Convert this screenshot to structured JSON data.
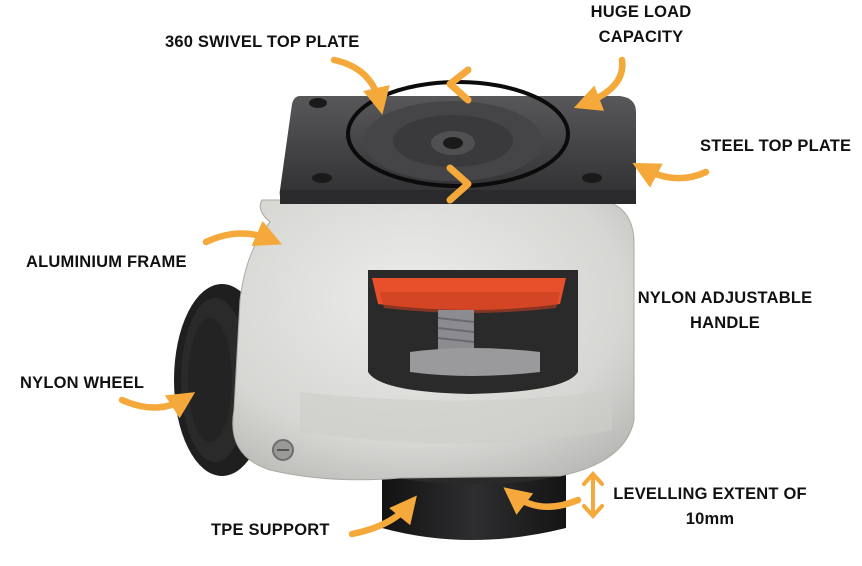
{
  "labels": {
    "swivel": "360 SWIVEL TOP PLATE",
    "load_line1": "HUGE LOAD",
    "load_line2": "CAPACITY",
    "steel": "STEEL TOP PLATE",
    "frame": "ALUMINIUM FRAME",
    "handle_line1": "NYLON ADJUSTABLE",
    "handle_line2": "HANDLE",
    "wheel": "NYLON WHEEL",
    "tpe": "TPE SUPPORT",
    "level_line1": "LEVELLING EXTENT OF",
    "level_line2": "10mm"
  },
  "colors": {
    "arrow": "#F4A93A",
    "casting": "#D9D9D6",
    "plate": "#3E3E40",
    "nylon": "#E8502B",
    "rubber": "#1E1E1F",
    "text": "#111111"
  },
  "icons": [
    "curved-arrow-icon",
    "chevron-icon",
    "double-arrow-icon",
    "swivel-circle-icon"
  ]
}
